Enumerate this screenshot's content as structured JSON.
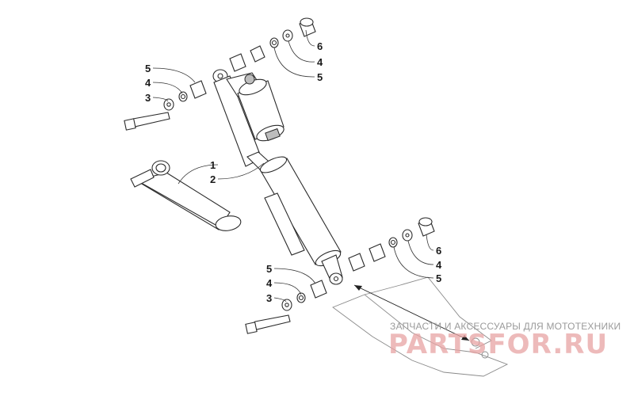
{
  "callouts": {
    "top_right": [
      "6",
      "4",
      "5"
    ],
    "upper_left": [
      "5",
      "4",
      "3"
    ],
    "shock": [
      "1",
      "2"
    ],
    "lower_right": [
      "6",
      "4",
      "5"
    ],
    "lower_left": [
      "5",
      "4",
      "3"
    ]
  },
  "watermark": {
    "caption": "ЗАПЧАСТИ И АКСЕССУАРЫ ДЛЯ МОТОТЕХНИКИ",
    "brand": "PARTSFOR.RU"
  }
}
